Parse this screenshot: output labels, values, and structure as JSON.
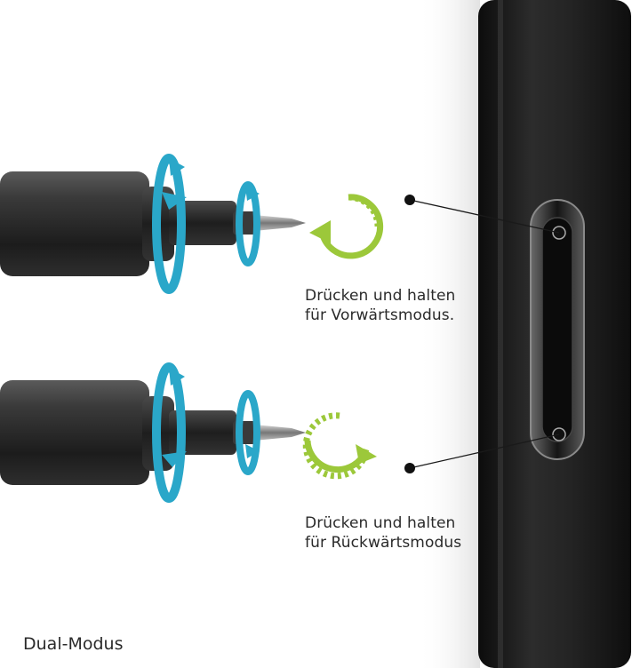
{
  "forward": {
    "line1": "Drücken und halten",
    "line2": "für Vorwärtsmodus."
  },
  "reverse": {
    "line1": "Drücken und halten",
    "line2": "für Rückwärtsmodus"
  },
  "footer_label": "Dual-Modus",
  "colors": {
    "rotation_arrow": "#2aa7c9",
    "direction_arrow": "#9cc83a",
    "device_body": "#1e1e1e",
    "background": "#ffffff"
  },
  "icons": {
    "rotation": "rotation-arrow-icon",
    "forward_direction": "clockwise-arrow-icon",
    "reverse_direction": "counterclockwise-arrow-icon"
  }
}
